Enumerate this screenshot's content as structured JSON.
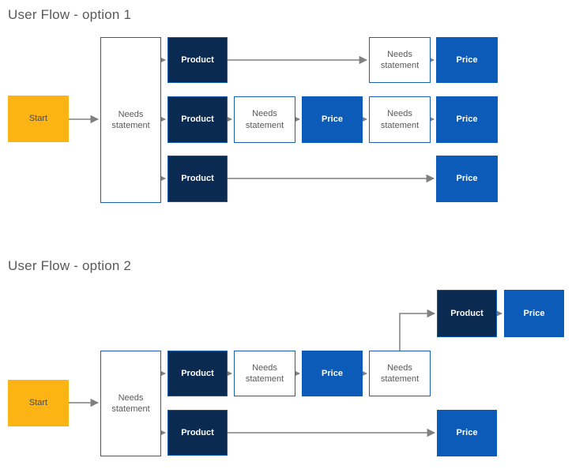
{
  "colors": {
    "start_yellow": "#fcb415",
    "product_navy": "#0b2a52",
    "price_blue": "#0c5bb8",
    "box_border_blue": "#0e59b0",
    "needs_border_blue": "#1a5fb0",
    "connector_gray": "#808080",
    "title_gray": "#58595b",
    "needs_text_gray": "#595959",
    "start_text_gray": "#4d4a43"
  },
  "diagrams": [
    {
      "title": "User Flow - option 1",
      "nodes": [
        {
          "id": "start",
          "label": "Start"
        },
        {
          "id": "needs-main",
          "label": "Needs statement"
        },
        {
          "id": "product-row1",
          "label": "Product"
        },
        {
          "id": "product-row2",
          "label": "Product"
        },
        {
          "id": "product-row3",
          "label": "Product"
        },
        {
          "id": "needs-row1",
          "label": "Needs statement"
        },
        {
          "id": "price-row1",
          "label": "Price"
        },
        {
          "id": "needs-row2-a",
          "label": "Needs statement"
        },
        {
          "id": "price-row2-a",
          "label": "Price"
        },
        {
          "id": "needs-row2-b",
          "label": "Needs statement"
        },
        {
          "id": "price-row2-b",
          "label": "Price"
        },
        {
          "id": "price-row3",
          "label": "Price"
        }
      ]
    },
    {
      "title": "User Flow - option 2",
      "nodes": [
        {
          "id": "start",
          "label": "Start"
        },
        {
          "id": "needs-main",
          "label": "Needs statement"
        },
        {
          "id": "product-row1",
          "label": "Product"
        },
        {
          "id": "needs-row1",
          "label": "Needs statement"
        },
        {
          "id": "price-row1",
          "label": "Price"
        },
        {
          "id": "needs-row1-b",
          "label": "Needs statement"
        },
        {
          "id": "product-branch",
          "label": "Product"
        },
        {
          "id": "price-branch",
          "label": "Price"
        },
        {
          "id": "product-row2",
          "label": "Product"
        },
        {
          "id": "price-row2",
          "label": "Price"
        }
      ]
    }
  ]
}
